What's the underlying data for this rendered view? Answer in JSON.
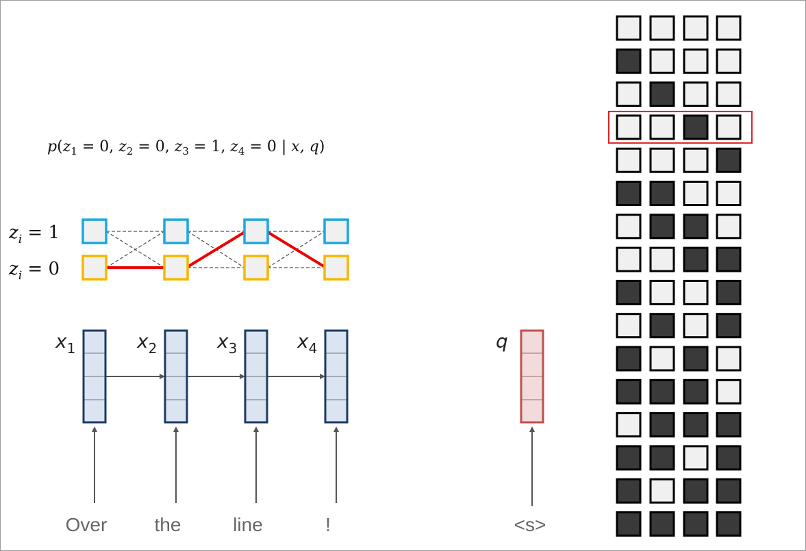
{
  "formula": {
    "text": "p(z1 = 0, z2 = 0, z3 = 1, z4 = 0 | x, q)",
    "p": "p",
    "z": "z",
    "subs": [
      "1",
      "2",
      "3",
      "4"
    ],
    "values": [
      "0",
      "0",
      "1",
      "0"
    ],
    "eq": "=",
    "cond": "x, q"
  },
  "state_labels": [
    {
      "var": "z",
      "sub": "i",
      "value": "1"
    },
    {
      "var": "z",
      "sub": "i",
      "value": "0"
    }
  ],
  "path": [
    0,
    0,
    1,
    0
  ],
  "inputs": [
    {
      "var": "x",
      "sub": "1",
      "word": "Over"
    },
    {
      "var": "x",
      "sub": "2",
      "word": "the"
    },
    {
      "var": "x",
      "sub": "3",
      "word": "line"
    },
    {
      "var": "x",
      "sub": "4",
      "word": "!"
    }
  ],
  "query": {
    "label": "q",
    "word": "<s>"
  },
  "configs": [
    [
      0,
      0,
      0,
      0
    ],
    [
      1,
      0,
      0,
      0
    ],
    [
      0,
      1,
      0,
      0
    ],
    [
      0,
      0,
      1,
      0
    ],
    [
      0,
      0,
      0,
      1
    ],
    [
      1,
      1,
      0,
      0
    ],
    [
      0,
      1,
      1,
      0
    ],
    [
      0,
      0,
      1,
      1
    ],
    [
      1,
      0,
      0,
      1
    ],
    [
      0,
      1,
      0,
      1
    ],
    [
      1,
      0,
      1,
      0
    ],
    [
      1,
      1,
      1,
      0
    ],
    [
      0,
      1,
      1,
      1
    ],
    [
      1,
      1,
      0,
      1
    ],
    [
      1,
      0,
      1,
      1
    ],
    [
      1,
      1,
      1,
      1
    ]
  ],
  "highlight_row": 3,
  "colors": {
    "state_on": "#1aa7e0",
    "state_off": "#f5b800",
    "node_fill": "#f0f0f0",
    "path": "#ee0000",
    "lattice_edge": "#555555",
    "vector_border": "#1f3864",
    "vector_fill": "#dbe5f1",
    "query_border": "#c0504d",
    "query_fill": "#f2dcdb",
    "cell_dark": "#3a3a3a",
    "cell_light": "#f0f0f0",
    "highlight": "#e02020"
  }
}
